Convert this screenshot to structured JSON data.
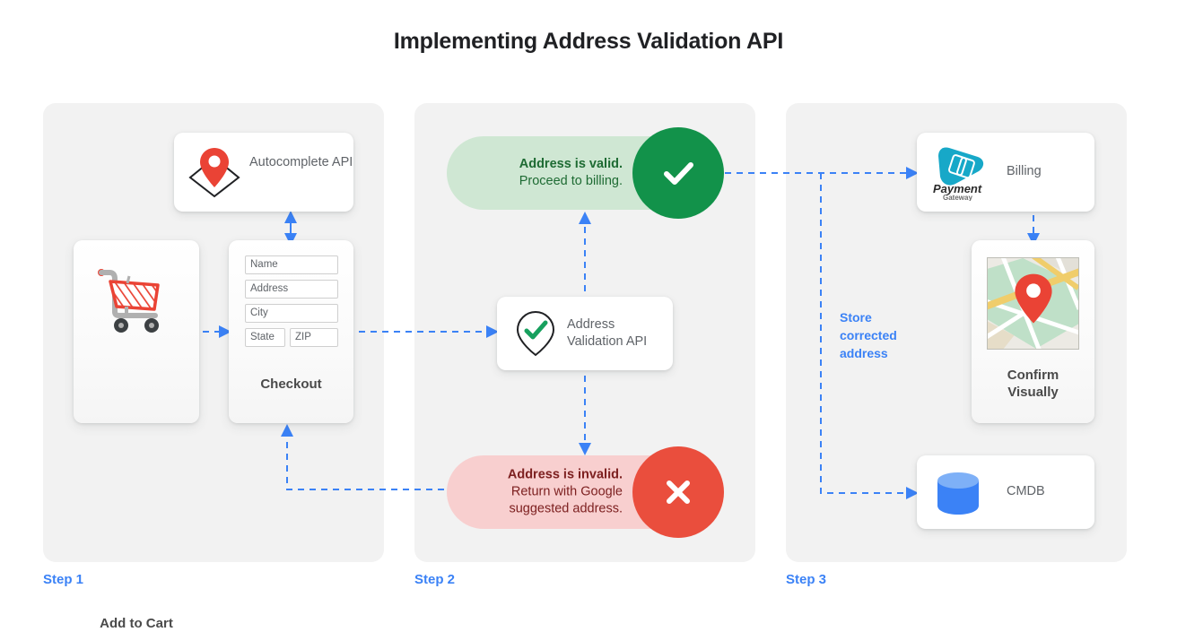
{
  "title": "Implementing Address Validation API",
  "colors": {
    "accent_blue": "#3b82f6",
    "panel_bg": "#f2f2f2",
    "valid_pill_bg": "#cfe7d3",
    "valid_circle": "#12924a",
    "valid_text": "#1e6b33",
    "invalid_pill_bg": "#f8cfcf",
    "invalid_circle": "#ea4e3d",
    "invalid_text": "#7d2020",
    "pin_red": "#ea4335",
    "db_blue": "#3b82f6",
    "payment_cyan": "#17a8c8"
  },
  "steps": [
    {
      "label": "Step 1"
    },
    {
      "label": "Step 2"
    },
    {
      "label": "Step 3"
    }
  ],
  "step1": {
    "autocomplete": {
      "text": "Autocomplete API",
      "icon": "map-pin-diamond-icon"
    },
    "add_to_cart": {
      "label": "Add to Cart",
      "icon": "shopping-cart-icon"
    },
    "checkout": {
      "label": "Checkout",
      "fields": [
        {
          "name": "name",
          "placeholder": "Name"
        },
        {
          "name": "address",
          "placeholder": "Address"
        },
        {
          "name": "city",
          "placeholder": "City"
        },
        {
          "name": "state",
          "placeholder": "State"
        },
        {
          "name": "zip",
          "placeholder": "ZIP"
        }
      ]
    }
  },
  "step2": {
    "valid": {
      "headline": "Address is valid.",
      "detail": "Proceed to billing.",
      "icon": "check-icon"
    },
    "invalid": {
      "headline": "Address is invalid.",
      "detail_line1": "Return with Google",
      "detail_line2": "suggested address.",
      "icon": "close-icon"
    },
    "validation_api": {
      "line1": "Address",
      "line2": "Validation API",
      "icon": "map-pin-check-icon"
    }
  },
  "step3": {
    "billing": {
      "text": "Billing",
      "logo_primary": "Payment",
      "logo_secondary": "Gateway",
      "icon": "payment-gateway-logo"
    },
    "confirm": {
      "line1": "Confirm",
      "line2": "Visually",
      "icon": "map-thumbnail-icon"
    },
    "cmdb": {
      "text": "CMDB",
      "icon": "database-icon"
    },
    "annotation": {
      "line1": "Store",
      "line2": "corrected",
      "line3": "address"
    }
  }
}
